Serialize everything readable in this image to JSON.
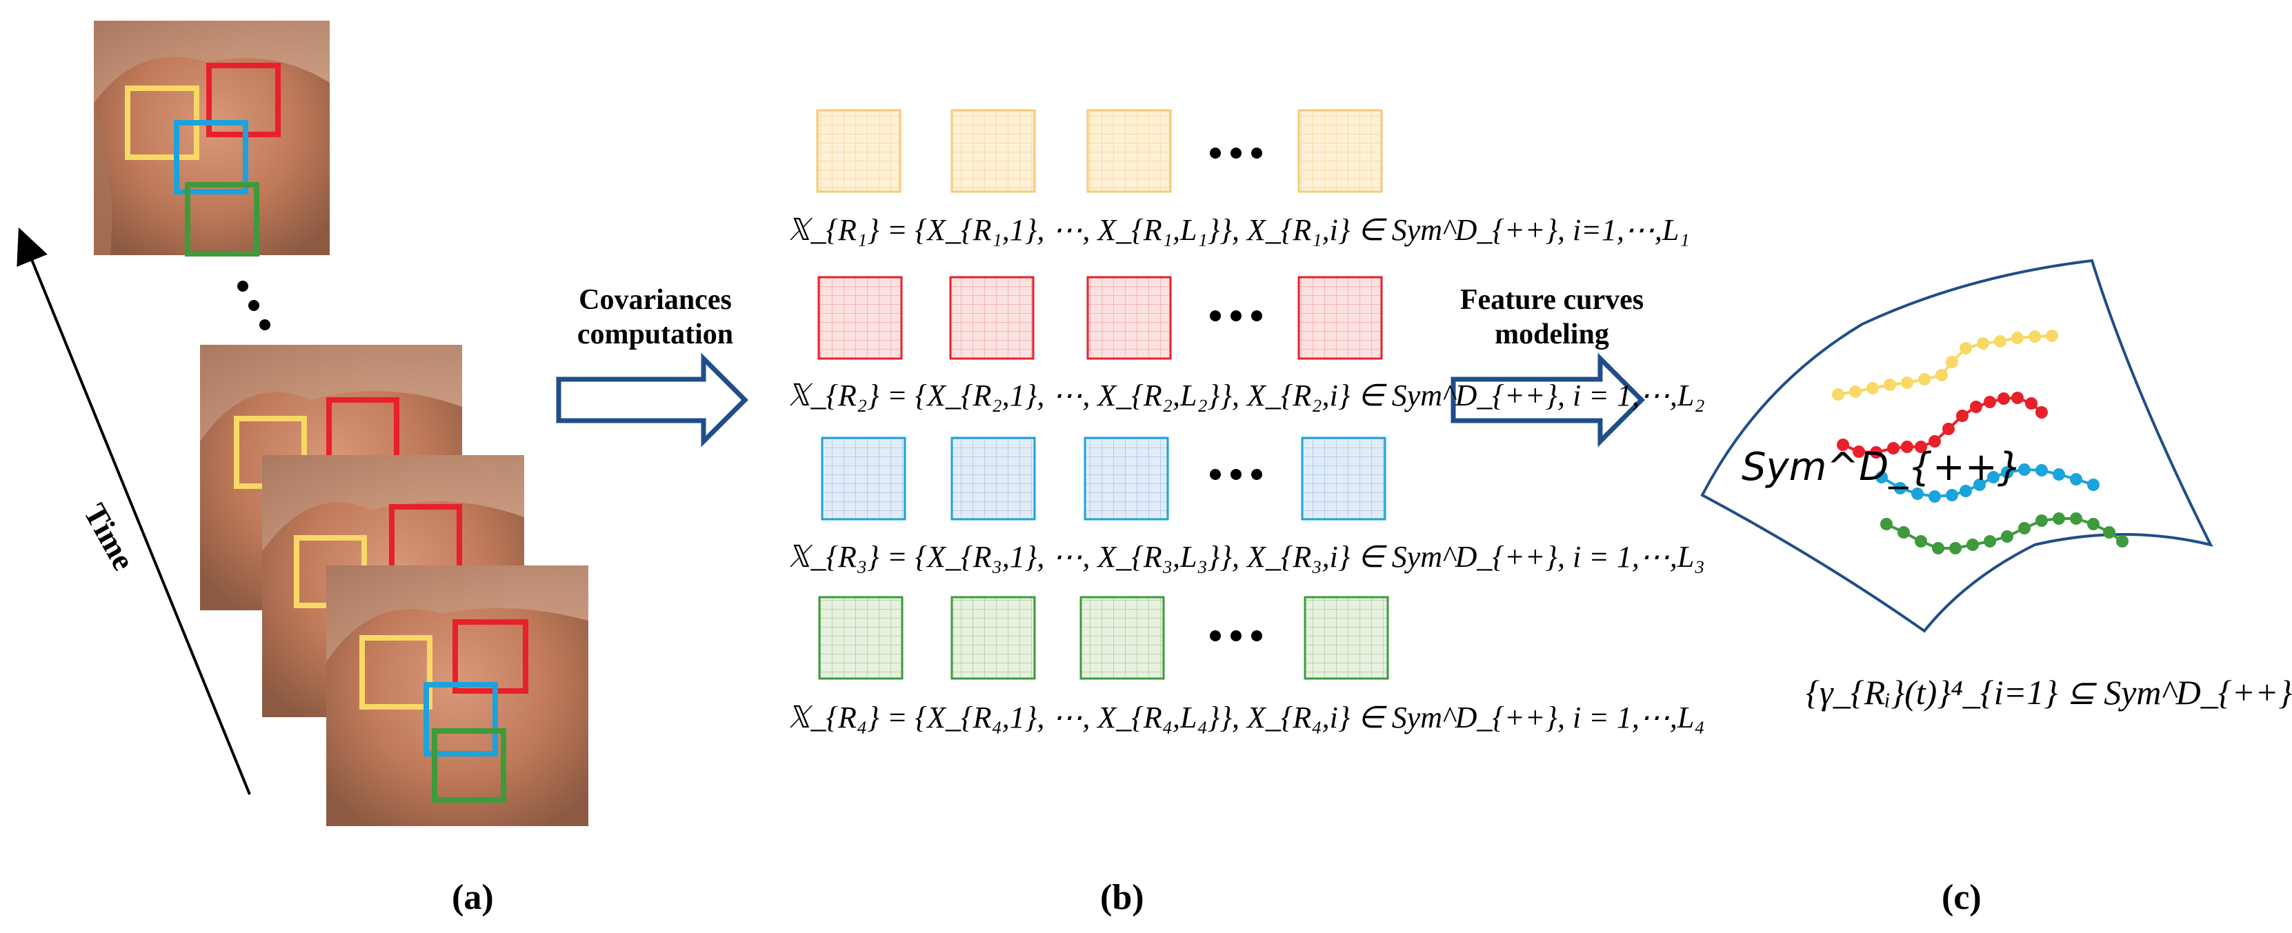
{
  "panel_labels": [
    "(a)",
    "(b)",
    "(c)"
  ],
  "time_label": "Time",
  "arrow_labels": {
    "covariance": [
      "Covariances",
      "computation"
    ],
    "feature": [
      "Feature curves",
      "modeling"
    ]
  },
  "formulas": [
    "𝕏_{R₁} = {X_{R₁,1}, ⋯, X_{R₁,L₁}}, X_{R₁,i} ∈ Sym^D_{++}, i=1,⋯,L₁",
    "𝕏_{R₂} = {X_{R₂,1}, ⋯, X_{R₂,L₂}}, X_{R₂,i} ∈ Sym^D_{++}, i = 1,⋯,L₂",
    "𝕏_{R₃} = {X_{R₃,1}, ⋯, X_{R₃,L₃}}, X_{R₃,i} ∈ Sym^D_{++}, i = 1,⋯,L₃",
    "𝕏_{R₄} = {X_{R₄,1}, ⋯, X_{R₄,L₄}}, X_{R₄,i} ∈ Sym^D_{++}, i = 1,⋯,L₄"
  ],
  "manifold_label": "Sym^D_{++}",
  "curve_formula": "{γ_{Rᵢ}(t)}⁴_{i=1} ⊆ Sym^D_{++}",
  "colors": {
    "yellow": "#f9d866",
    "red": "#e8202a",
    "blue": "#1ba3dc",
    "green": "#3f9a3c",
    "navy": "#1f4e89",
    "face": "#c98868"
  }
}
